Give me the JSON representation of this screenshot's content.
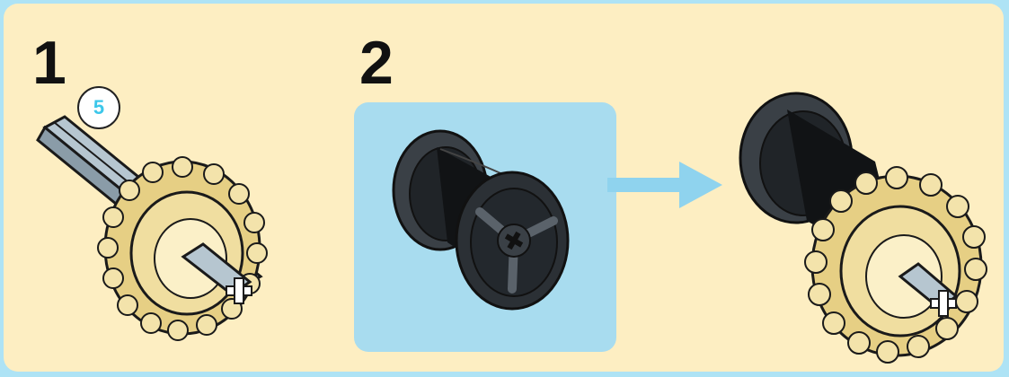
{
  "steps": [
    {
      "number": "1",
      "quantity": "5",
      "parts": [
        "axle",
        "gear"
      ]
    },
    {
      "number": "2",
      "parts": [
        "spool",
        "arrow",
        "gear-spool-assembly"
      ]
    }
  ],
  "colors": {
    "background": "#aee3f5",
    "panel": "#fdeec2",
    "subassembly_box": "#a8dcef",
    "gear": "#f0dea0",
    "spool": "#202428",
    "axle": "#b6c6d0",
    "arrow": "#8fd3ee",
    "badge_text": "#3cc7ea"
  },
  "icons": [
    "axle-icon",
    "gear-icon",
    "spool-icon",
    "arrow-icon"
  ]
}
